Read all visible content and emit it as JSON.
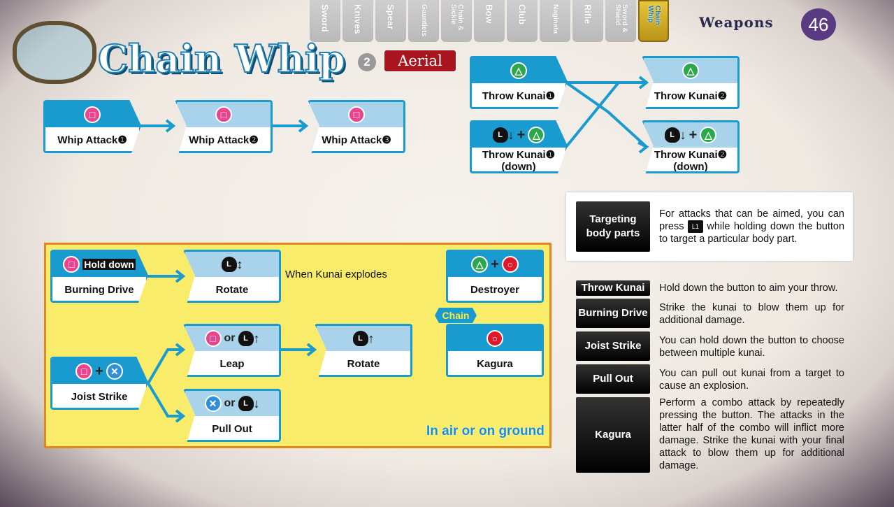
{
  "tabs": [
    "Sword",
    "Knives",
    "Spear",
    "Gauntlets",
    "Chain & Sickle",
    "Bow",
    "Club",
    "Naginata",
    "Rifle",
    "Sword & Shield",
    "Chain Whip"
  ],
  "header": {
    "section": "Weapons",
    "page": "46",
    "title": "Chain Whip",
    "number": "2",
    "mode": "Aerial"
  },
  "combo": {
    "whip1": "Whip Attack❶",
    "whip2": "Whip Attack❷",
    "whip3": "Whip Attack❸",
    "kunai1": "Throw Kunai❶",
    "kunai2": "Throw Kunai❷",
    "kunai1d": "Throw Kunai❶ (down)",
    "kunai2d": "Throw Kunai❷ (down)",
    "plus": "+",
    "or": "or",
    "hold": "Hold down"
  },
  "panel": {
    "burning": "Burning Drive",
    "rotate1": "Rotate",
    "explodes": "When Kunai explodes",
    "destroyer": "Destroyer",
    "chain": "Chain",
    "kagura": "Kagura",
    "joist": "Joist Strike",
    "leap": "Leap",
    "rotate2": "Rotate",
    "pullout": "Pull Out",
    "inair": "In air or on ground"
  },
  "info": {
    "label": "Targeting body parts",
    "text1": "For attacks that can be aimed, you can press",
    "key": "L1",
    "text2": "while holding down the button to target a particular body part."
  },
  "glossary": [
    {
      "term": "Throw Kunai",
      "desc": "Hold down the button to aim your throw."
    },
    {
      "term": "Burning Drive",
      "desc": "Strike the kunai to blow them up for additional damage."
    },
    {
      "term": "Joist Strike",
      "desc": "You can hold down the button to choose between multiple kunai."
    },
    {
      "term": "Pull Out",
      "desc": "You can pull out kunai from a target to cause an explosion."
    },
    {
      "term": "Kagura",
      "desc": "Perform a combo attack by repeatedly pressing the button. The attacks in the latter half of the combo will inflict more damage. Strike the kunai with your final attack to blow them up for additional damage."
    }
  ]
}
